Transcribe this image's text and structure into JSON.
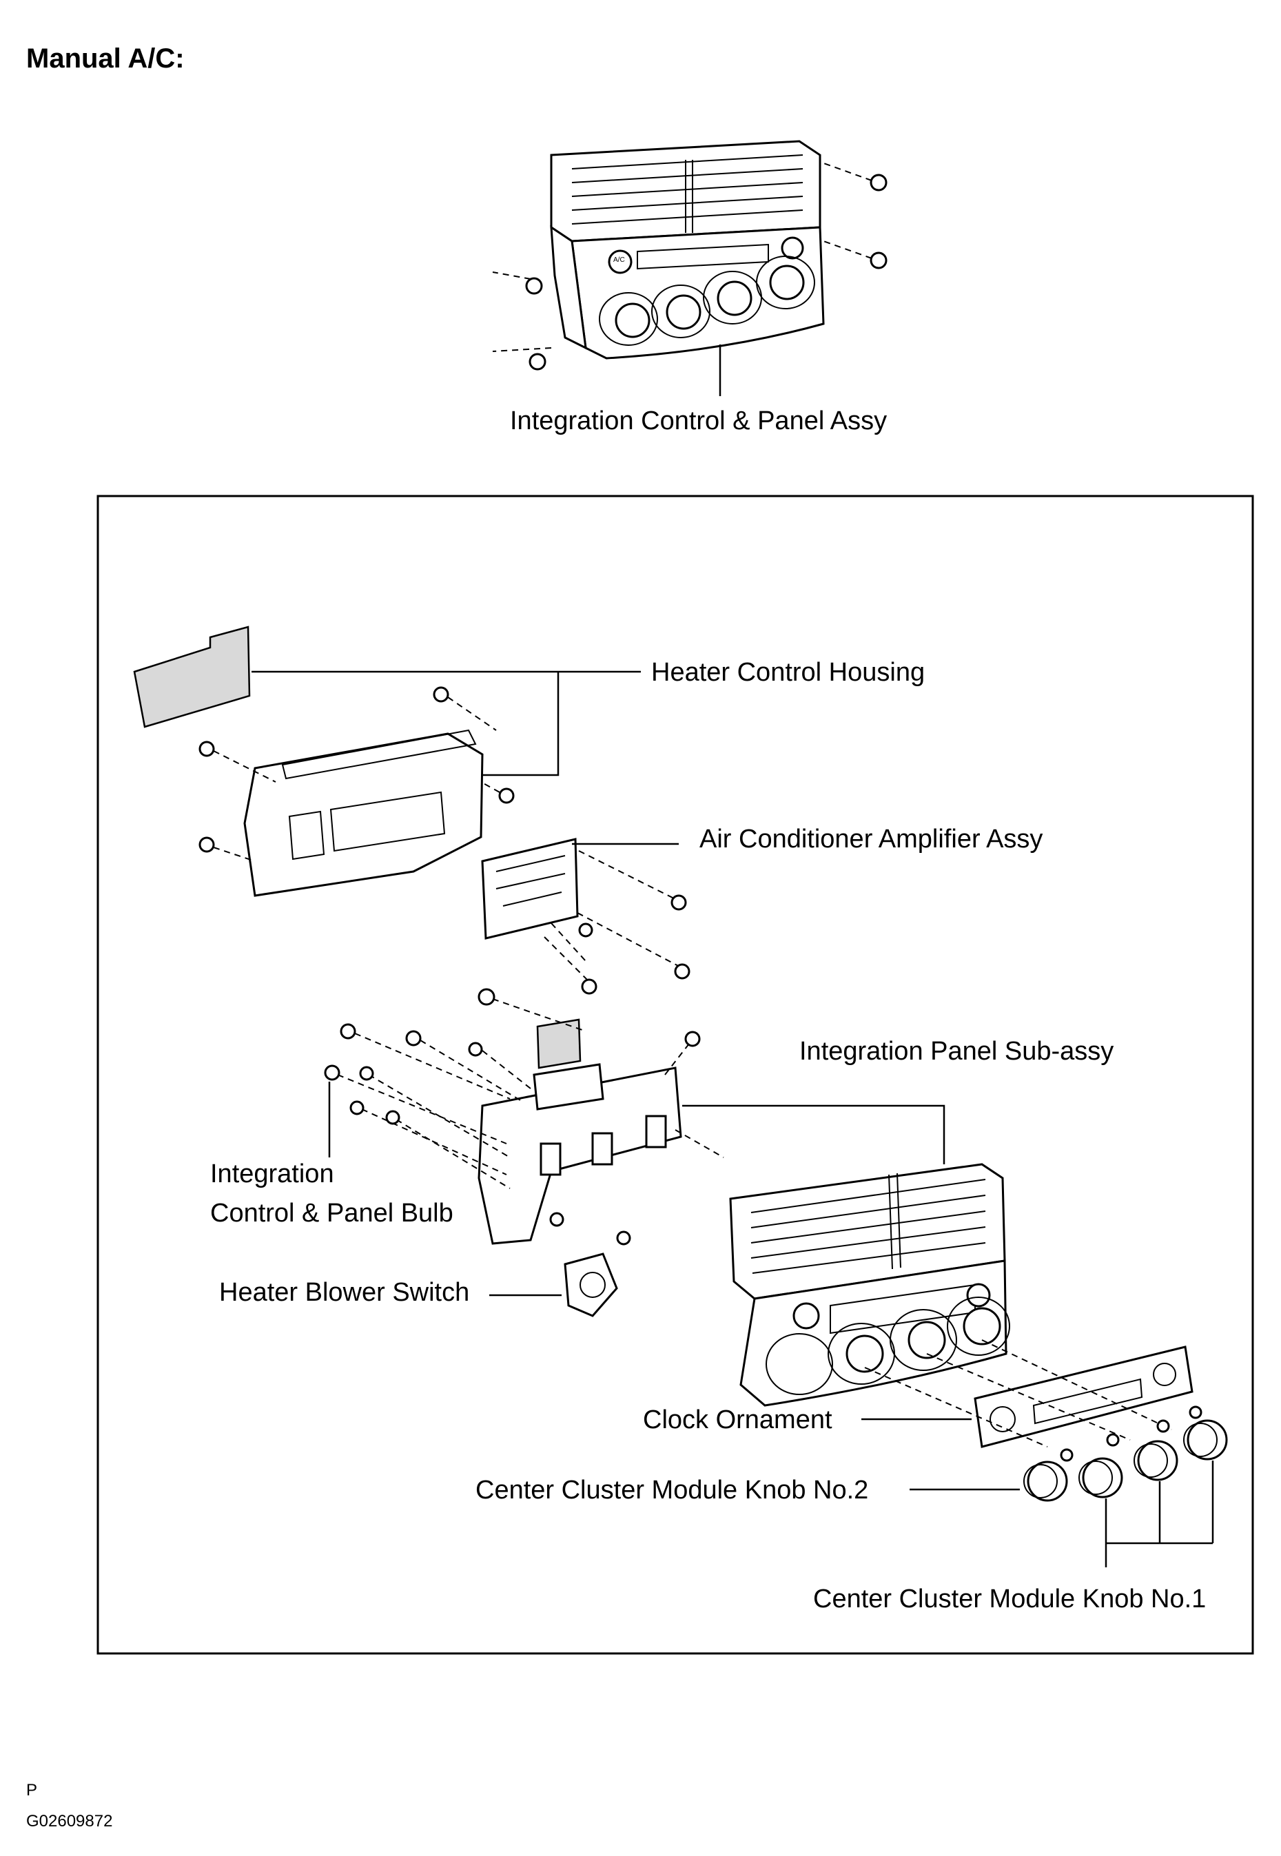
{
  "title": "Manual A/C:",
  "labels": {
    "integration_control_panel_assy": "Integration Control & Panel Assy",
    "heater_control_housing": "Heater Control Housing",
    "air_conditioner_amplifier_assy": "Air Conditioner Amplifier Assy",
    "integration_panel_sub_assy": "Integration Panel Sub-assy",
    "integration_control_panel_bulb_line1": "Integration",
    "integration_control_panel_bulb_line2": "Control & Panel Bulb",
    "heater_blower_switch": "Heater Blower Switch",
    "clock_ornament": "Clock Ornament",
    "center_cluster_module_knob_no2": "Center Cluster Module Knob No.2",
    "center_cluster_module_knob_no1": "Center Cluster Module Knob No.1",
    "ac_button": "A/C"
  },
  "footer": {
    "page_letter": "P",
    "figure_id": "G02609872"
  }
}
